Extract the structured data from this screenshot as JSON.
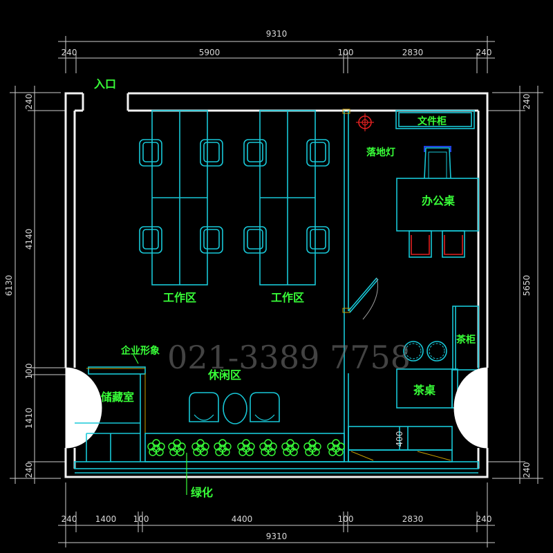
{
  "dimensions": {
    "top_total": "9310",
    "top_segments": [
      "240",
      "5900",
      "100",
      "2830",
      "240"
    ],
    "bottom_total": "9310",
    "bottom_segments": [
      "240",
      "1400",
      "100",
      "4400",
      "100",
      "2830",
      "240"
    ],
    "left_total": "6130",
    "left_segments": [
      "240",
      "4140",
      "100",
      "1410",
      "240"
    ],
    "right_total": "5650",
    "right_segments": [
      "240",
      "240"
    ],
    "cabinet_depth": "400"
  },
  "labels": {
    "entrance": "入口",
    "work_area_1": "工作区",
    "work_area_2": "工作区",
    "file_cabinet": "文件柜",
    "floor_lamp": "落地灯",
    "office_desk": "办公桌",
    "logo_wall": "企业形象",
    "lounge": "休闲区",
    "storage": "储藏室",
    "tea_cabinet": "茶柜",
    "tea_table": "茶桌",
    "greenery": "绿化"
  },
  "watermark": "021-3389 7758",
  "colors": {
    "background": "#000000",
    "wall": "#f2f2f2",
    "furniture": "#18c8d8",
    "label": "#38ff38",
    "dimension": "#cfcfcf",
    "chair_accent": "#e02020",
    "chair_accent_2": "#2040e0"
  }
}
